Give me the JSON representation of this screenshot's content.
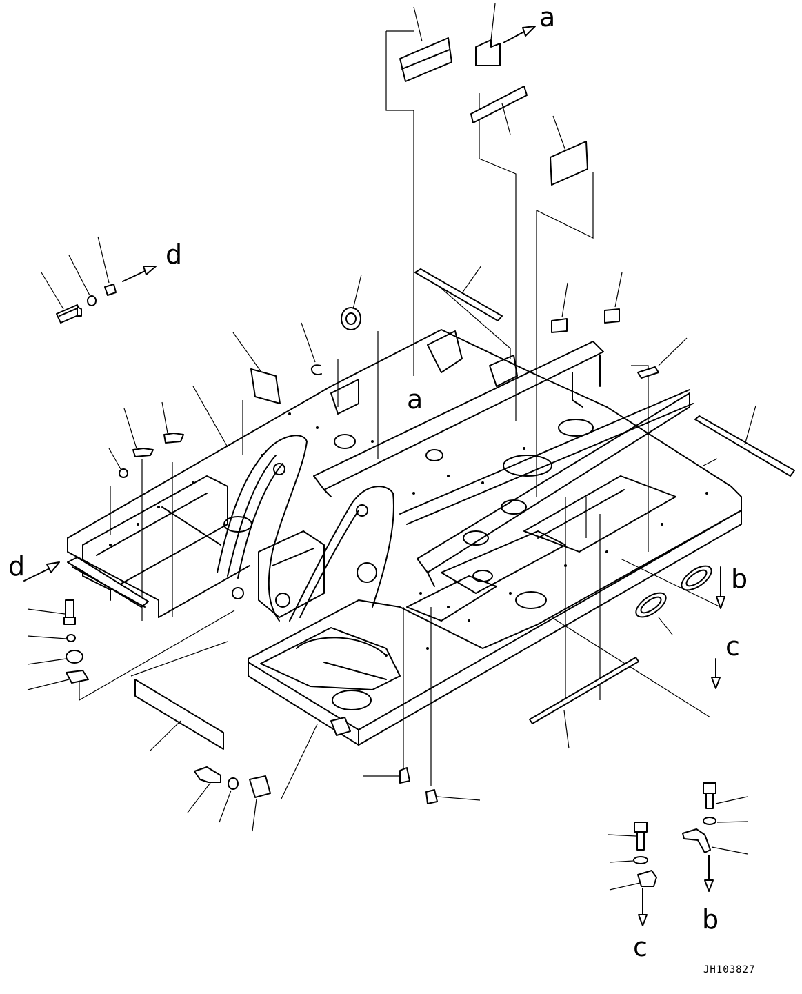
{
  "callouts": {
    "a_top": "a",
    "a_frame": "a",
    "b_right": "b",
    "b_bottom": "b",
    "c_right": "c",
    "c_bottom": "c",
    "d_top": "d",
    "d_left": "d"
  },
  "drawing_code": "JH103827",
  "colors": {
    "ink": "#000000",
    "paper": "#ffffff"
  }
}
